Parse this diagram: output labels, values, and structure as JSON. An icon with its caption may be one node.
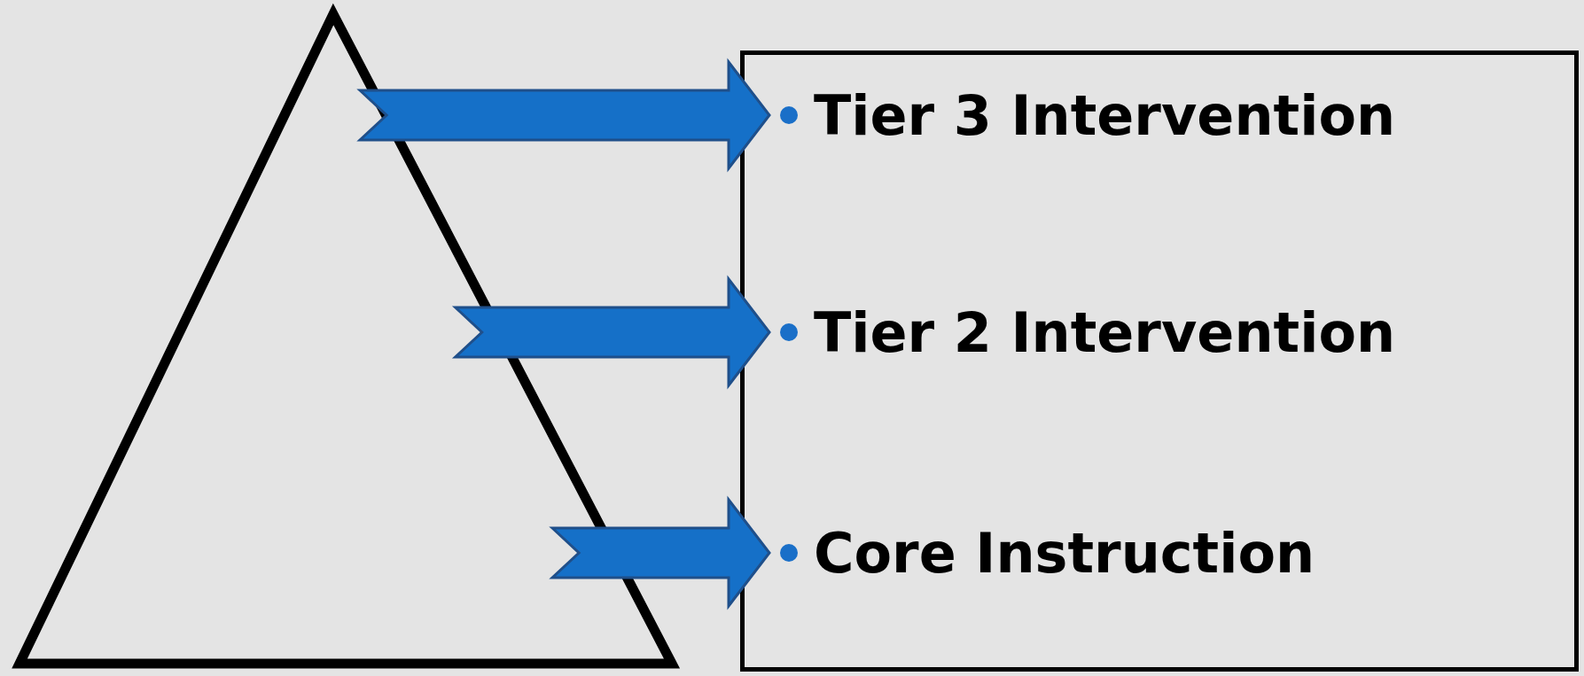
{
  "diagram": {
    "nodes": [
      {
        "text": [],
        "shape": "triangle"
      },
      {
        "text": [],
        "shape": "box"
      },
      {
        "text": [
          "Tier 3 Intervention"
        ],
        "in": 1
      },
      {
        "text": [
          "Tier 2 Intervention"
        ],
        "in": 1
      },
      {
        "text": [
          "Core Instruction"
        ],
        "in": 1
      }
    ],
    "edges": [
      {
        "from": 0,
        "to": 2,
        "arrow": "to"
      },
      {
        "from": 0,
        "to": 3,
        "arrow": "to"
      },
      {
        "from": 0,
        "to": 4,
        "arrow": "to"
      }
    ]
  }
}
